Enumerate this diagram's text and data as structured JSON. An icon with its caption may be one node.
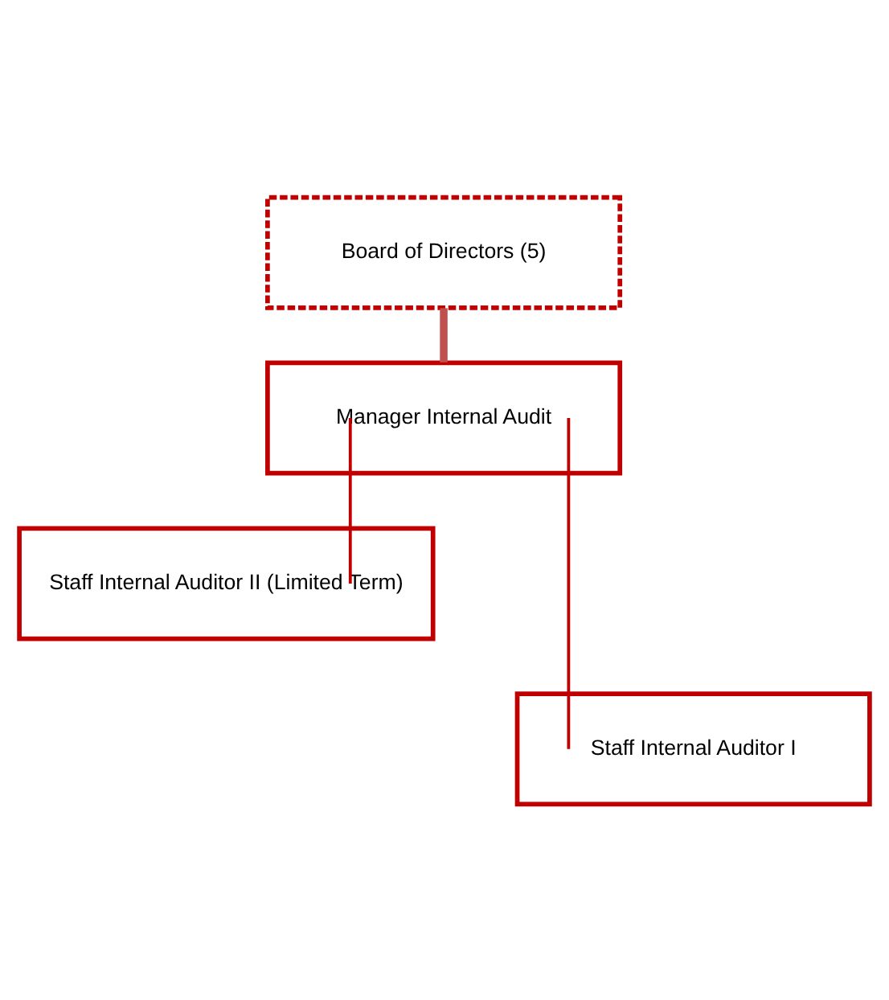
{
  "diagram": {
    "nodes": [
      {
        "text": [
          "Board of Directors (5)"
        ]
      },
      {
        "text": [
          "Manager Internal Audit"
        ]
      },
      {
        "text": [
          "Staff Internal Auditor II (Limited Term)"
        ]
      },
      {
        "text": [
          "Staff Internal Auditor I"
        ]
      }
    ],
    "edges": [
      {
        "from": 0,
        "to": 1,
        "arrow": "none",
        "style": "thick",
        "color": "#c0504d"
      },
      {
        "from": 1,
        "to": 2,
        "arrow": "none"
      },
      {
        "from": 1,
        "to": 3,
        "arrow": "none"
      }
    ]
  }
}
